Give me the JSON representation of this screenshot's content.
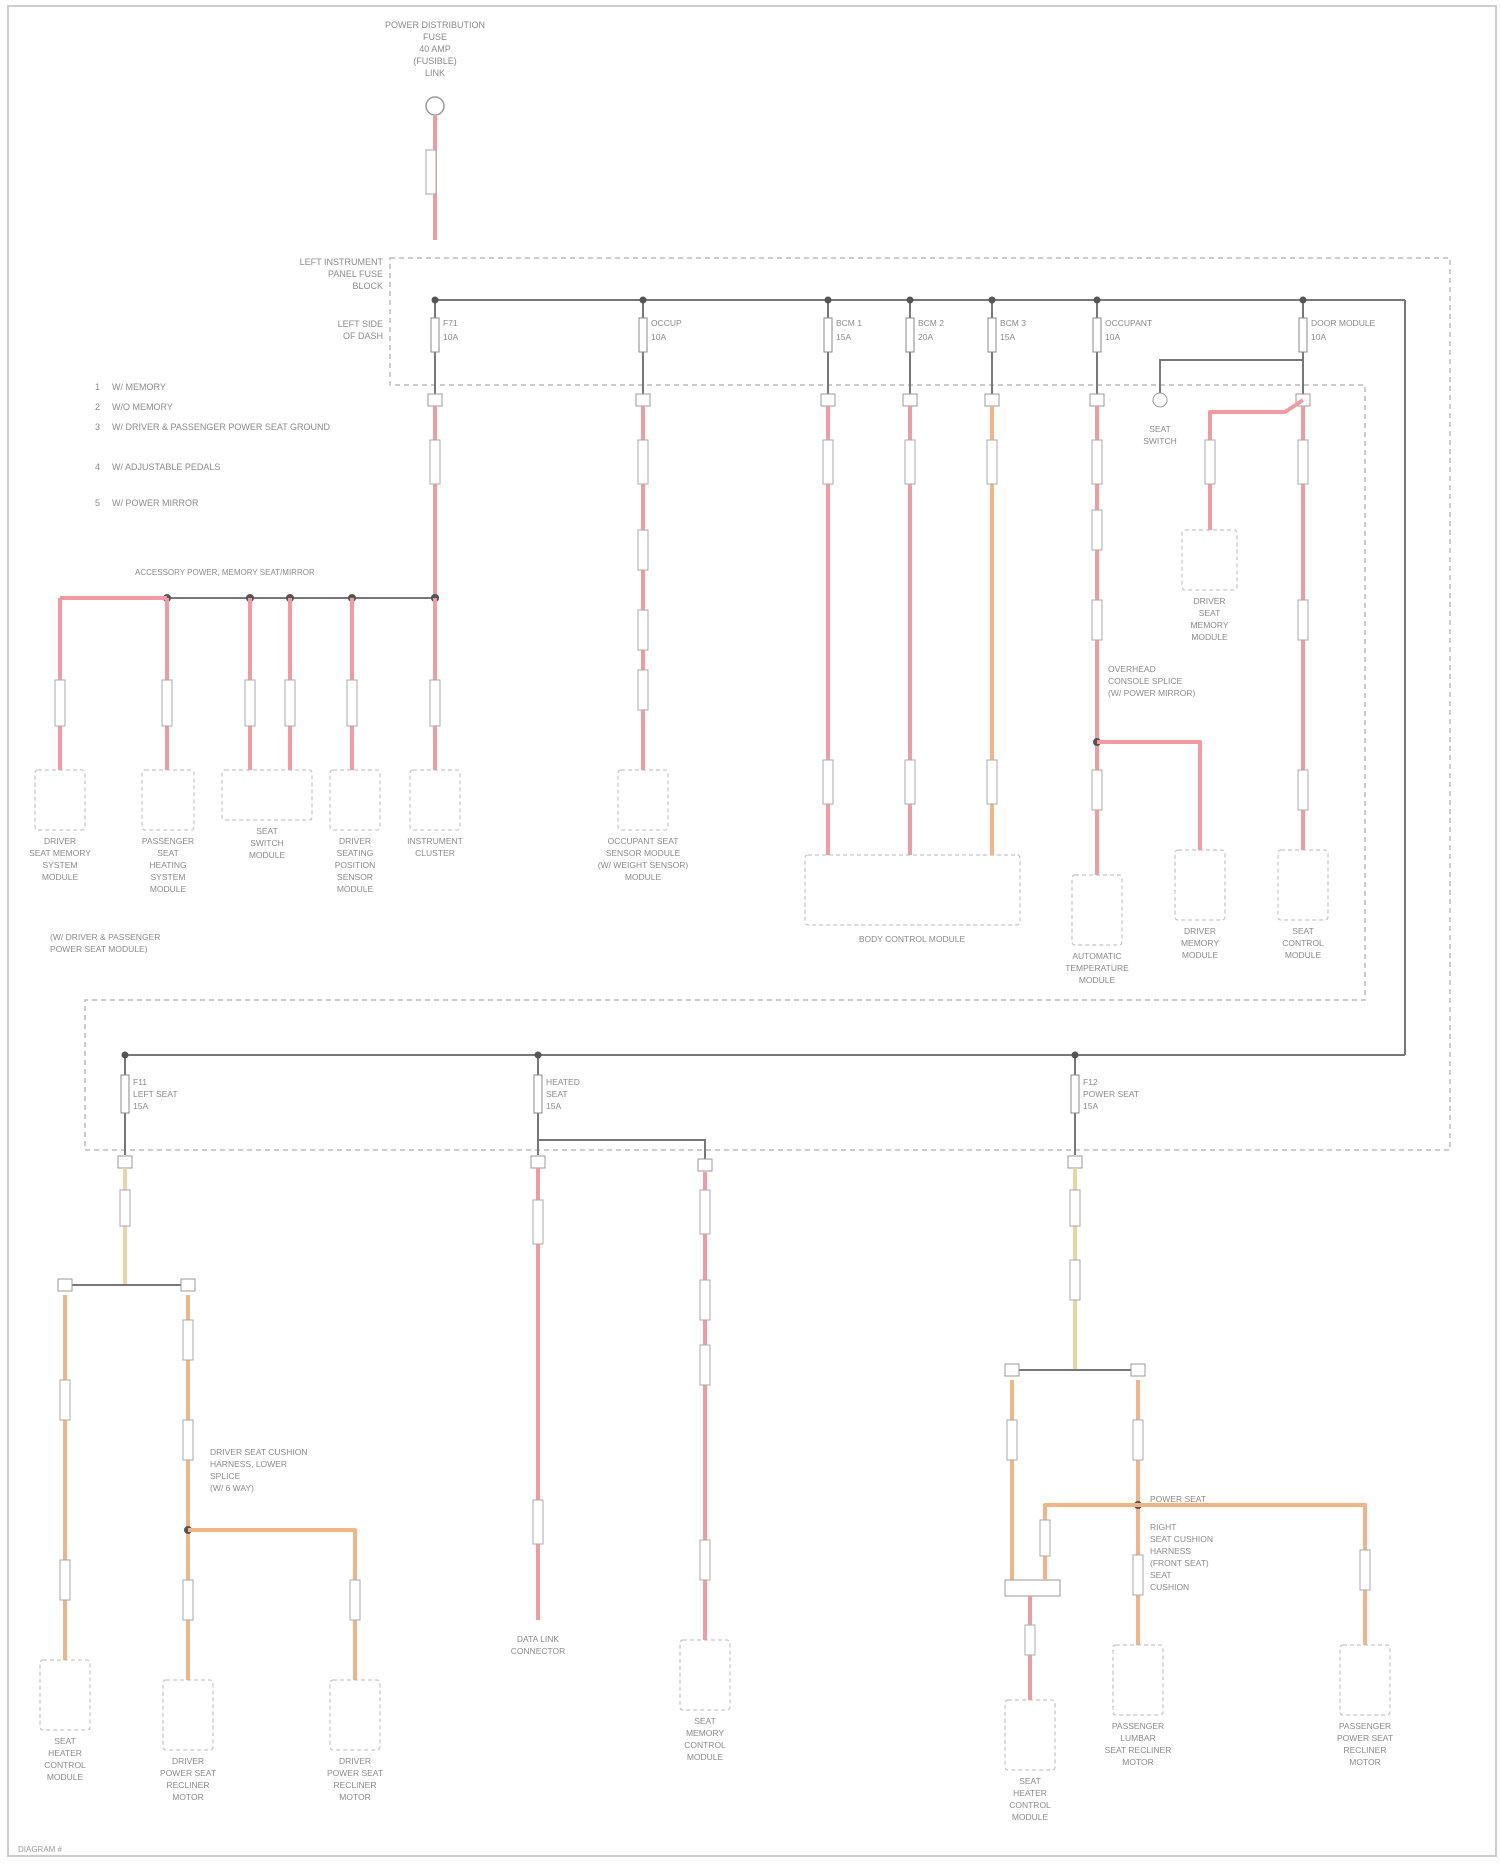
{
  "diagram": {
    "colors": {
      "red_wire": "#f29aa2",
      "orange_wire": "#f0b489",
      "yellow_wire": "#e8d7a0",
      "bus": "#777777",
      "box": "#b9b9b9",
      "text": "#8a8a8a",
      "frame": "#cccccc"
    },
    "source": {
      "label": [
        "POWER DISTRIBUTION",
        "FUSE",
        "40 AMP",
        "(FUSIBLE)",
        "LINK"
      ]
    },
    "fuse_panel_label": [
      "LEFT INSTRUMENT",
      "PANEL FUSE",
      "BLOCK"
    ],
    "left_side_label": [
      "LEFT SIDE",
      "OF DASH"
    ],
    "legend": [
      {
        "code": "1",
        "text": "W/ MEMORY"
      },
      {
        "code": "2",
        "text": "W/O MEMORY"
      },
      {
        "code": "3",
        "text": "W/ DRIVER & PASSENGER POWER SEAT GROUND"
      },
      {
        "code": "4",
        "text": "W/ ADJUSTABLE PEDALS"
      },
      {
        "code": "5",
        "text": "W/ POWER MIRROR"
      }
    ],
    "fuses_top": [
      {
        "name": "F71",
        "rating": "10A"
      },
      {
        "name": "OCCUP",
        "rating": "10A"
      },
      {
        "name": "BCM 1",
        "rating": "15A"
      },
      {
        "name": "BCM 2",
        "rating": "20A"
      },
      {
        "name": "BCM 3",
        "rating": "15A"
      },
      {
        "name": "OCCUPANT",
        "rating": "10A"
      },
      {
        "name": "DOOR MODULE",
        "rating": "10A"
      }
    ],
    "bus_label": "ACCESSORY POWER, MEMORY SEAT/MIRROR",
    "components_top": [
      {
        "lines": [
          "DRIVER",
          "SEAT MEMORY",
          "SYSTEM",
          "MODULE"
        ]
      },
      {
        "lines": [
          "PASSENGER",
          "SEAT",
          "HEATING",
          "SYSTEM",
          "MODULE"
        ]
      },
      {
        "lines": [
          "SEAT",
          "SWITCH",
          "MODULE"
        ]
      },
      {
        "lines": [
          "DRIVER",
          "SEATING",
          "POSITION",
          "SENSOR",
          "MODULE"
        ]
      },
      {
        "lines": [
          "INSTRUMENT",
          "CLUSTER"
        ]
      },
      {
        "lines": [
          "OCCUPANT SEAT",
          "SENSOR MODULE",
          "(W/ WEIGHT SENSOR)",
          "MODULE"
        ]
      },
      {
        "lines": [
          "BODY CONTROL MODULE"
        ]
      },
      {
        "lines": [
          "AUTOMATIC",
          "TEMPERATURE",
          "MODULE"
        ]
      },
      {
        "lines": [
          "DRIVER",
          "MEMORY",
          "MODULE"
        ]
      },
      {
        "lines": [
          "SEAT",
          "CONTROL",
          "MODULE"
        ]
      },
      {
        "lines": [
          "DRIVER",
          "SEAT",
          "MEMORY",
          "MODULE"
        ]
      }
    ],
    "components_top_note": [
      "(W/ DRIVER & PASSENGER",
      "POWER SEAT MODULE)"
    ],
    "splice_label": [
      "OVERHEAD",
      "CONSOLE SPLICE",
      "(W/ POWER MIRROR)"
    ],
    "switch_label": [
      "SEAT",
      "SWITCH"
    ],
    "fuses_bottom": [
      {
        "name": "F11",
        "rating": "15A",
        "extra": "LEFT SEAT"
      },
      {
        "name": "HEATED",
        "rating": "15A",
        "extra": "SEAT"
      },
      {
        "name": "F12",
        "rating": "15A",
        "extra": "POWER SEAT"
      }
    ],
    "bottom_labels": {
      "left_splice": [
        "DRIVER SEAT CUSHION",
        "HARNESS, LOWER",
        "SPLICE",
        "(W/ 6 WAY)"
      ],
      "right_splice": [
        "RIGHT",
        "SEAT CUSHION",
        "HARNESS",
        "(FRONT SEAT)",
        "SEAT",
        "CUSHION"
      ],
      "left_note": "SEAT",
      "mid_note": "HEATED",
      "tag_top": "POWER SEAT"
    },
    "components_bottom": [
      {
        "lines": [
          "SEAT",
          "HEATER",
          "CONTROL",
          "MODULE"
        ]
      },
      {
        "lines": [
          "DRIVER",
          "POWER SEAT",
          "RECLINER",
          "MOTOR"
        ]
      },
      {
        "lines": [
          "DRIVER",
          "POWER SEAT",
          "RECLINER",
          "MOTOR"
        ]
      },
      {
        "lines": [
          "DATA LINK",
          "CONNECTOR"
        ]
      },
      {
        "lines": [
          "SEAT",
          "MEMORY",
          "CONTROL",
          "MODULE"
        ]
      },
      {
        "lines": [
          "SEAT",
          "HEATER",
          "CONTROL",
          "MODULE"
        ]
      },
      {
        "lines": [
          "PASSENGER",
          "LUMBAR",
          "SEAT RECLINER",
          "MOTOR"
        ]
      },
      {
        "lines": [
          "PASSENGER",
          "POWER SEAT",
          "RECLINER",
          "MOTOR"
        ]
      }
    ],
    "footer": "DIAGRAM #"
  }
}
